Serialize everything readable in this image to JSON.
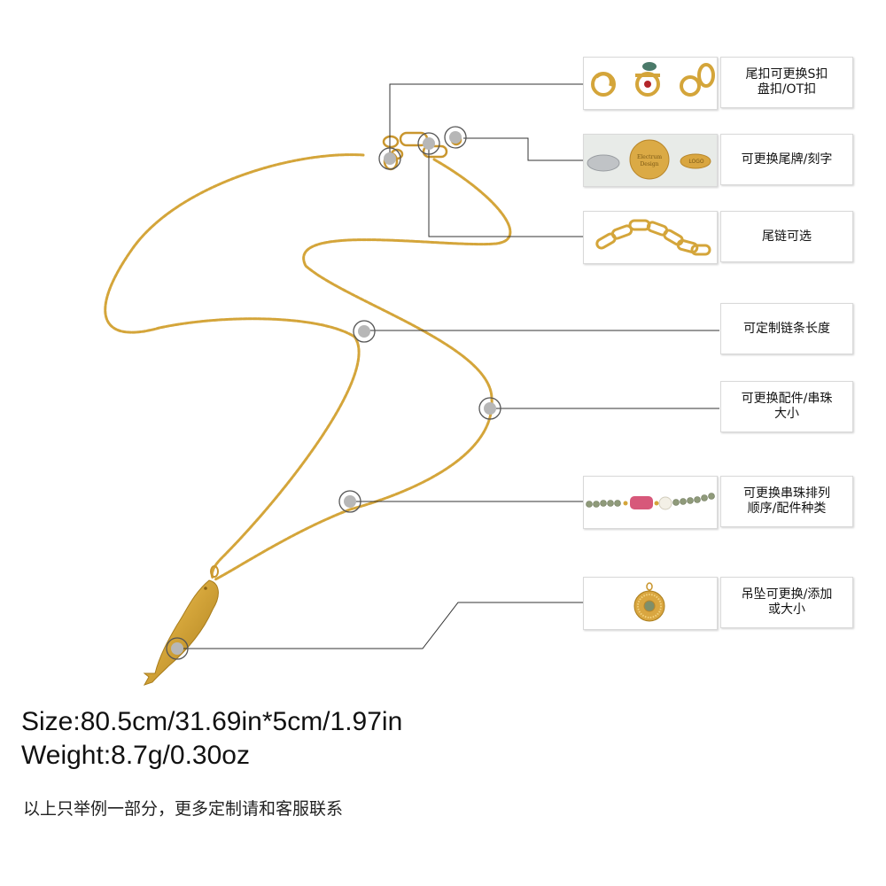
{
  "product": {
    "callouts": [
      {
        "line1": "尾扣可更换S扣",
        "line2": "盘扣/OT扣"
      },
      {
        "line1": "可更换尾牌/刻字",
        "line2": ""
      },
      {
        "line1": "尾链可选",
        "line2": ""
      },
      {
        "line1": "可定制链条长度",
        "line2": ""
      },
      {
        "line1": "可更换配件/串珠",
        "line2": "大小"
      },
      {
        "line1": "可更换串珠排列",
        "line2": "顺序/配件种类"
      },
      {
        "line1": "吊坠可更换/添加",
        "line2": "或大小"
      }
    ],
    "tag_engraving": "Electrum Design",
    "tag_small_text": "LOGO"
  },
  "specs": {
    "size": "Size:80.5cm/31.69in*5cm/1.97in",
    "weight": "Weight:8.7g/0.30oz"
  },
  "note": "以上只举例一部分，更多定制请和客服联系",
  "colors": {
    "gold": "#d4a53a",
    "gold_dark": "#a97d1c",
    "leader": "#333333",
    "marker_fill": "#b7b7b7"
  }
}
